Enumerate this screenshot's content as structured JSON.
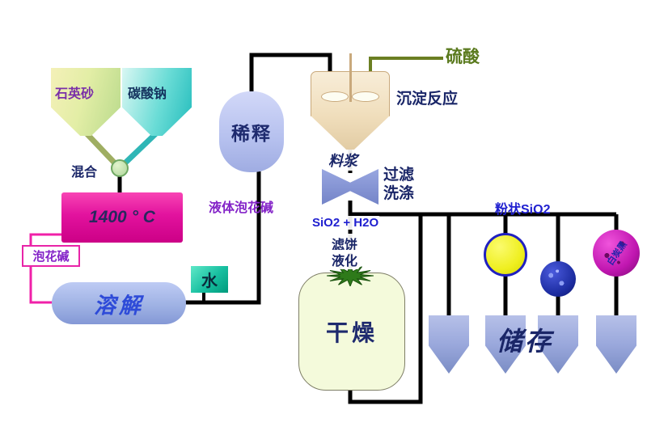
{
  "labels": {
    "quartz_sand": "石英砂",
    "sodium_carbonate": "碳酸钠",
    "mixing": "混合",
    "furnace_temp": "1400 ° C",
    "water_glass": "泡花碱",
    "dissolve": "溶解",
    "water": "水",
    "dilute": "稀释",
    "liquid_water_glass": "液体泡花碱",
    "sulfuric_acid": "硫酸",
    "precipitation": "沉淀反应",
    "slurry": "料浆",
    "filter": "过滤",
    "wash": "洗涤",
    "sio2_h2o": "SiO2 + H2O",
    "filter_cake": "滤饼",
    "liquefaction": "液化",
    "drying": "干燥",
    "powder_sio2": "粉状SiO2",
    "storage": "储存",
    "product_name": "白炭黑"
  },
  "colors": {
    "pipe": "#000000",
    "acid_pipe": "#6B7F22",
    "water_glass_pipe": "#F020A8",
    "furnace": "#E2129E",
    "filter_blue": "#8494D4",
    "capsule_blue": "#9FB2E4",
    "water_teal": "#17BFA0",
    "drying_fill": "#F4FADB",
    "yellow_ball": "#EFEF20",
    "blue_ball": "#1C2CA0",
    "magenta_ball": "#C016B0",
    "storage_hopper": "#9AA8DC"
  }
}
